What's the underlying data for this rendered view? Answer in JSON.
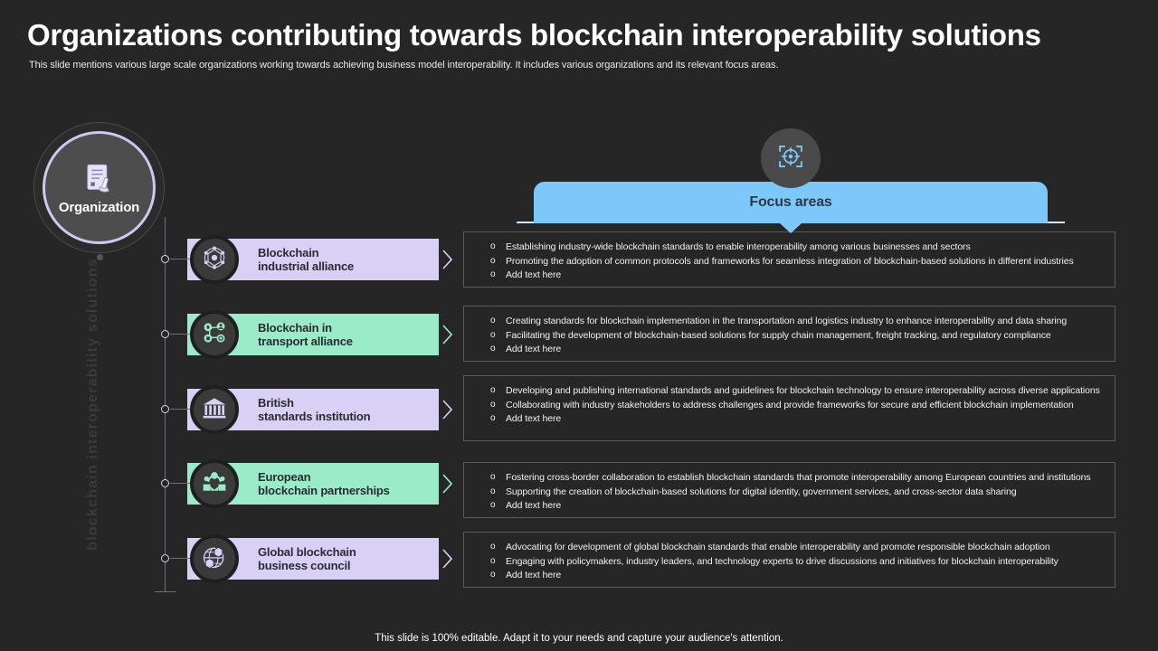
{
  "header": {
    "title": "Organizations contributing towards blockchain interoperability solutions",
    "subtitle": "This slide mentions various large scale organizations working towards achieving business model interoperability. It includes various organizations and its relevant focus areas."
  },
  "org_badge": {
    "label": "Organization",
    "icon": "checklist-hand-icon"
  },
  "side_label": {
    "text": "blockchain interoperability solutions"
  },
  "focus_header": {
    "label": "Focus areas",
    "icon": "target-crosshair-icon",
    "color": "#7cc8fa"
  },
  "colors": {
    "lavender": "#d8d0f5",
    "mint": "#9aecc9",
    "blue": "#7cc8fa",
    "background": "#262626"
  },
  "rows": [
    {
      "label_line1": "Blockchain",
      "label_line2": "industrial alliance",
      "icon": "blockchain-network-icon",
      "color": "#d8d0f5",
      "bullets": [
        "Establishing  industry-wide blockchain standards to enable interoperability among various businesses and sectors",
        "Promoting  the adoption of common  protocols and frameworks for seamless integration of blockchain-based solutions in different industries",
        "Add text here"
      ]
    },
    {
      "label_line1": "Blockchain in",
      "label_line2": "transport alliance",
      "icon": "transport-nodes-icon",
      "color": "#9aecc9",
      "bullets": [
        "Creating standards for blockchain implementation  in the transportation and logistics industry to enhance interoperability and data sharing",
        "Facilitating the development  of blockchain-based solutions for supply chain management,  freight tracking, and regulatory compliance",
        "Add text here"
      ]
    },
    {
      "label_line1": "British",
      "label_line2": "standards institution",
      "icon": "institution-building-icon",
      "color": "#d8d0f5",
      "bullets": [
        "Developing  and publishing international standards and guidelines  for blockchain technology to ensure interoperability across diverse applications",
        "Collaborating  with industry stakeholders to address challenges and provide frameworks for secure and efficient blockchain implementation",
        "Add text here"
      ]
    },
    {
      "label_line1": "European",
      "label_line2": "blockchain partnerships",
      "icon": "partnership-handshake-icon",
      "color": "#9aecc9",
      "bullets": [
        "Fostering cross-border collaboration to establish blockchain standards that promote interoperability among European  countries and institutions",
        "Supporting the creation of blockchain-based solutions for digital identity,  government services, and cross-sector data sharing",
        "Add text here"
      ]
    },
    {
      "label_line1": "Global blockchain",
      "label_line2": "business council",
      "icon": "globe-blocks-icon",
      "color": "#d8d0f5",
      "bullets": [
        "Advocating for development of global  blockchain standards that enable interoperability and promote responsible blockchain adoption",
        "Engaging  with policymakers, industry leaders, and technology experts to drive discussions and initiatives for blockchain interoperability",
        "Add text here"
      ]
    }
  ],
  "footer": {
    "text": "This slide is 100% editable. Adapt it to your needs and capture your audience's attention."
  }
}
